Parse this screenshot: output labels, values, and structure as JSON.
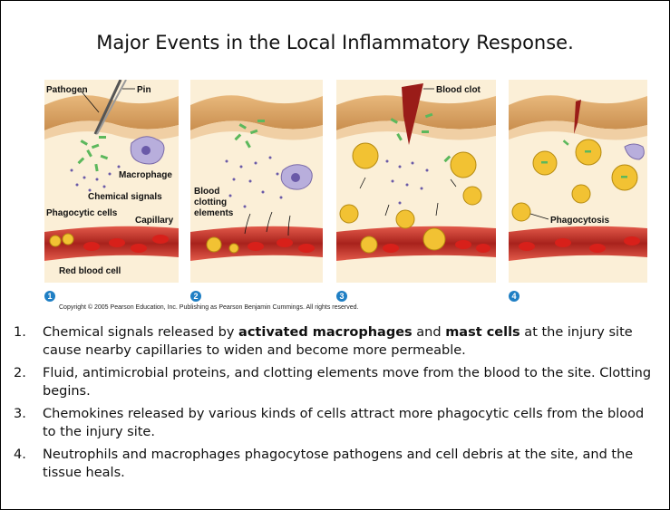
{
  "title": "Major Events in the Local Inflammatory Response.",
  "panels": [
    {
      "number": "1",
      "labels": {
        "pathogen": "Pathogen",
        "pin": "Pin",
        "macrophage": "Macrophage",
        "chemical_signals": "Chemical signals",
        "phagocytic_cells": "Phagocytic cells",
        "capillary": "Capillary",
        "red_blood_cell": "Red blood cell"
      }
    },
    {
      "number": "2",
      "labels": {
        "blood_clotting_1": "Blood",
        "blood_clotting_2": "clotting",
        "blood_clotting_3": "elements"
      }
    },
    {
      "number": "3",
      "labels": {
        "blood_clot": "Blood clot"
      }
    },
    {
      "number": "4",
      "labels": {
        "phagocytosis": "Phagocytosis"
      }
    }
  ],
  "copyright": "Copyright © 2005 Pearson Education, Inc. Publishing as Pearson Benjamin Cummings. All rights reserved.",
  "steps": [
    {
      "num": "1.",
      "pre": "Chemical signals released by ",
      "b1": "activated macrophages",
      "mid": " and ",
      "b2": "mast cells",
      "post": " at the injury site cause nearby capillaries to widen and become more permeable."
    },
    {
      "num": "2.",
      "text": "Fluid, antimicrobial proteins, and clotting elements move from the blood to the site. Clotting begins."
    },
    {
      "num": "3.",
      "text": "Chemokines released by various kinds of cells attract more phagocytic cells from the blood to the injury site."
    },
    {
      "num": "4.",
      "text": "Neutrophils and macrophages phagocytose pathogens and cell debris at the site, and the tissue heals."
    }
  ],
  "colors": {
    "skin": "#d9a868",
    "tissue": "#fbefd7",
    "capillary": "#c8322a",
    "rbc": "#d8201a",
    "phagocyte": "#f2c233",
    "macrophage": "#b8aedc",
    "pathogen": "#5cb85c",
    "signal": "#6a5aa8",
    "number_badge": "#1f7fc4"
  }
}
